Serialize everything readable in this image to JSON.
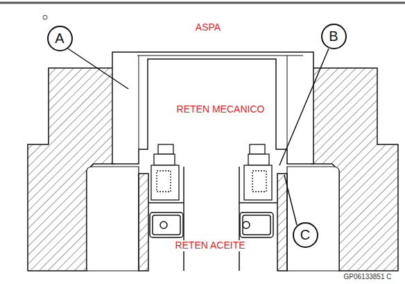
{
  "diagram": {
    "nodes": [
      {
        "text": [
          "A"
        ]
      },
      {
        "text": [
          "B"
        ]
      },
      {
        "text": [
          "C"
        ]
      }
    ],
    "labels": [
      "ASPA",
      "RETEN MECANICO",
      "RETEN ACEITE",
      "GP06133851 C"
    ]
  }
}
